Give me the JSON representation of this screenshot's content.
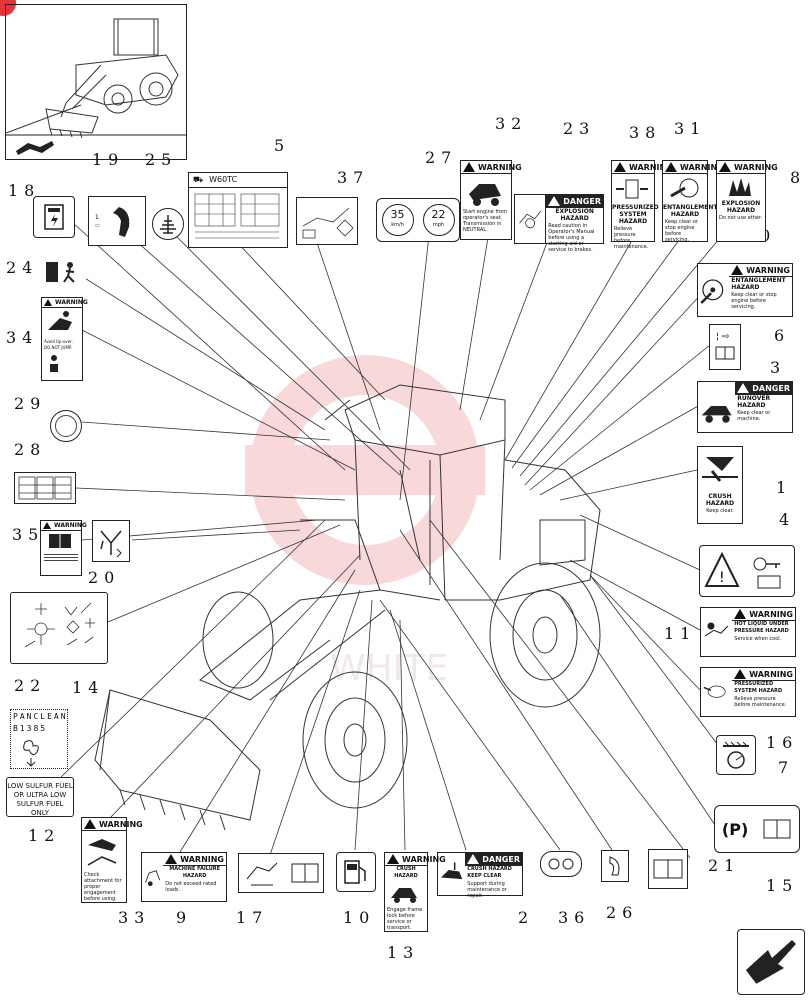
{
  "callouts": {
    "n1": "1",
    "n2": "2",
    "n3": "3",
    "n4": "4",
    "n5": "5",
    "n6": "6",
    "n7": "7",
    "n8": "8",
    "n9": "9",
    "n10": "10",
    "n11": "11",
    "n12": "12",
    "n13": "13",
    "n14": "14",
    "n15": "15",
    "n16": "16",
    "n17": "17",
    "n18": "18",
    "n19": "19",
    "n20": "20",
    "n21": "21",
    "n22": "22",
    "n23": "23",
    "n24": "24",
    "n25": "25",
    "n26": "26",
    "n27": "27",
    "n28": "28",
    "n29": "29",
    "n30": "30",
    "n31": "31",
    "n32": "32",
    "n33": "33",
    "n34": "34",
    "n35": "35",
    "n36": "36",
    "n37": "37",
    "n38": "38"
  },
  "decals": {
    "d5_title": "W60TC",
    "d27_speed1": "35",
    "d27_unit1": "km/h",
    "d27_speed2": "22",
    "d27_unit2": "mph",
    "d32_head": "WARNING",
    "d32_text": "Start engine from operator's seat. Transmission in NEUTRAL.",
    "d23_head": "DANGER",
    "d23_title": "EXPLOSION HAZARD",
    "d23_text": "Read caution in Operator's Manual before using a starting aid or service to brakes.",
    "d38_head": "WARNING",
    "d38_title": "PRESSURIZED SYSTEM HAZARD",
    "d38_text": "Relieve pressure before maintenance.",
    "d31_head": "WARNING",
    "d31_title": "ENTANGLEMENT HAZARD",
    "d31_text": "Keep clear or stop engine before servicing.",
    "d8_head": "WARNING",
    "d8_title": "EXPLOSION HAZARD",
    "d8_text": "Do not use ether.",
    "d30_head": "WARNING",
    "d30_title": "ENTANGLEMENT HAZARD",
    "d30_text": "Keep clear or stop engine before servicing.",
    "d3_head": "DANGER",
    "d3_title": "RUNOVER HAZARD",
    "d3_text": "Keep clear or machine.",
    "d1_title": "CRUSH HAZARD",
    "d1_text": "Keep clear.",
    "d11_head": "WARNING",
    "d11_title": "HOT LIQUID UNDER PRESSURE HAZARD",
    "d11_text": "Service when cool.",
    "d16_head": "WARNING",
    "d16_title": "PRESSURIZED SYSTEM HAZARD",
    "d16_text": "Relieve pressure before maintenance.",
    "d15_p": "(P)",
    "d34_head": "WARNING",
    "d34_text": "Avoid tip-over. DO NOT JUMP.",
    "d35_head": "WARNING",
    "d22_line1": "PANCLEAN",
    "d22_line2": "B1385",
    "d12_line1": "LOW SULFUR FUEL",
    "d12_line2": "OR ULTRA LOW",
    "d12_line3": "SULFUR FUEL ONLY",
    "d33_head": "WARNING",
    "d33_text": "Check attachment for proper engagement before using.",
    "d9_head": "WARNING",
    "d9_title": "MACHINE FAILURE HAZARD",
    "d9_text": "Do not exceed rated loads.",
    "d13_head": "WARNING",
    "d13_title": "CRUSH HAZARD",
    "d13_text": "Engage frame lock before service or transport.",
    "d2_head": "DANGER",
    "d2_title": "CRUSH HAZARD KEEP CLEAR",
    "d2_text": "Support during maintenance or repair."
  },
  "colors": {
    "line": "#222222",
    "watermark": "#f3b9b9",
    "badge": "#e8333c"
  }
}
